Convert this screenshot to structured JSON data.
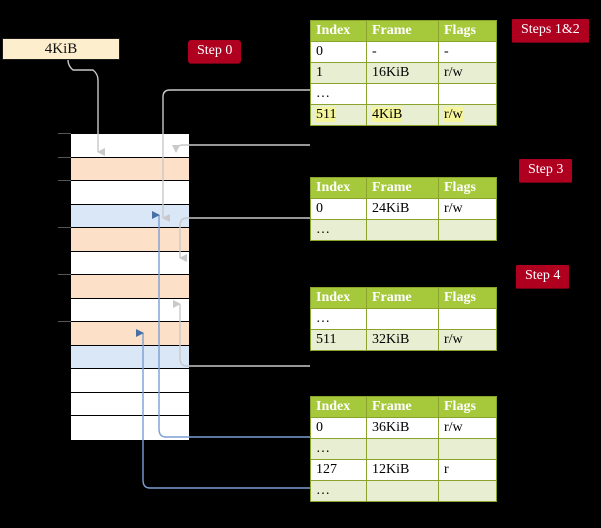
{
  "diagram": {
    "title_source_box": "4KiB",
    "badges": [
      {
        "id": "step0",
        "label": "Step 0"
      },
      {
        "id": "steps12",
        "label": "Steps 1&2"
      },
      {
        "id": "step3",
        "label": "Step 3"
      },
      {
        "id": "step4",
        "label": "Step 4"
      }
    ],
    "colors": {
      "badge_bg": "#b00020",
      "badge_text": "#ffffff",
      "table_header_bg": "#a6c93c",
      "table_border": "#8aa32c",
      "table_shade": "#e8eed2",
      "highlight": "#f5f59b",
      "source_box_bg": "#fdeecd",
      "mem_orange": "#fde0c8",
      "mem_blue": "#d9e7f7",
      "wire_gray": "#c9c9c9",
      "wire_blue": "#7b9fd4",
      "background": "#000000"
    },
    "memory_column": {
      "name": "physical-memory",
      "rows": [
        {
          "index": 0,
          "fill": "white"
        },
        {
          "index": 1,
          "fill": "orange"
        },
        {
          "index": 2,
          "fill": "white"
        },
        {
          "index": 3,
          "fill": "blue"
        },
        {
          "index": 4,
          "fill": "orange"
        },
        {
          "index": 5,
          "fill": "white"
        },
        {
          "index": 6,
          "fill": "orange"
        },
        {
          "index": 7,
          "fill": "white"
        },
        {
          "index": 8,
          "fill": "orange"
        },
        {
          "index": 9,
          "fill": "blue"
        },
        {
          "index": 10,
          "fill": "white"
        },
        {
          "index": 11,
          "fill": "white"
        },
        {
          "index": 12,
          "fill": "white"
        }
      ]
    },
    "tables": [
      {
        "id": "table-level4",
        "headers": [
          "Index",
          "Frame",
          "Flags"
        ],
        "rows": [
          {
            "style": "plain",
            "cells": [
              "0",
              "-",
              "-"
            ],
            "highlight": [
              false,
              false,
              false
            ]
          },
          {
            "style": "shade",
            "cells": [
              "1",
              "16KiB",
              "r/w"
            ],
            "highlight": [
              false,
              false,
              false
            ]
          },
          {
            "style": "plain",
            "cells": [
              "…",
              "",
              ""
            ],
            "highlight": [
              false,
              false,
              false
            ]
          },
          {
            "style": "shade",
            "cells": [
              "511",
              "4KiB",
              "r/w"
            ],
            "highlight": [
              true,
              true,
              true
            ]
          }
        ]
      },
      {
        "id": "table-level3",
        "headers": [
          "Index",
          "Frame",
          "Flags"
        ],
        "rows": [
          {
            "style": "plain",
            "cells": [
              "0",
              "24KiB",
              "r/w"
            ],
            "highlight": [
              false,
              false,
              false
            ]
          },
          {
            "style": "shade",
            "cells": [
              "…",
              "",
              ""
            ],
            "highlight": [
              false,
              false,
              false
            ]
          }
        ]
      },
      {
        "id": "table-level2",
        "headers": [
          "Index",
          "Frame",
          "Flags"
        ],
        "rows": [
          {
            "style": "plain",
            "cells": [
              "…",
              "",
              ""
            ],
            "highlight": [
              false,
              false,
              false
            ]
          },
          {
            "style": "shade",
            "cells": [
              "511",
              "32KiB",
              "r/w"
            ],
            "highlight": [
              false,
              false,
              false
            ]
          }
        ]
      },
      {
        "id": "table-level1",
        "headers": [
          "Index",
          "Frame",
          "Flags"
        ],
        "rows": [
          {
            "style": "plain",
            "cells": [
              "0",
              "36KiB",
              "r/w"
            ],
            "highlight": [
              false,
              false,
              false
            ]
          },
          {
            "style": "shade",
            "cells": [
              "…",
              "",
              ""
            ],
            "highlight": [
              false,
              false,
              false
            ]
          },
          {
            "style": "plain",
            "cells": [
              "127",
              "12KiB",
              "r"
            ],
            "highlight": [
              false,
              false,
              false
            ]
          },
          {
            "style": "shade",
            "cells": [
              "…",
              "",
              ""
            ],
            "highlight": [
              false,
              false,
              false
            ]
          }
        ]
      }
    ]
  }
}
